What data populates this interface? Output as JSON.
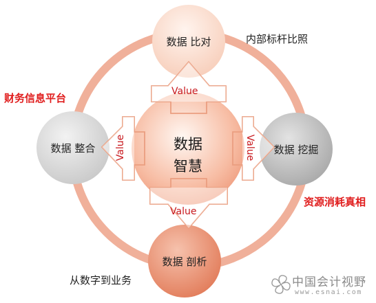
{
  "nodes": {
    "top": "数据 比对",
    "left": "数据  整合",
    "right": "数据 挖掘",
    "bottom": "数据 剖析"
  },
  "center": {
    "line1": "数据",
    "line2": "智慧"
  },
  "arrow_label": "Value",
  "annotations": {
    "top_right": "内部标杆比照",
    "left": "财务信息平台",
    "right": "资源消耗真相",
    "bottom_left": "从数字到业务"
  },
  "watermark": {
    "name": "中国会计视野",
    "url": "www.esnai.com"
  },
  "colors": {
    "ring": "#f0b5a0",
    "top_node": "#fde2d6",
    "gray_node": "#d9d9d9",
    "right_node": "#bdbdbd",
    "bottom_node": "#ec9a7c",
    "arrow_text": "#c8191e",
    "highlight": "#e01d1d"
  }
}
